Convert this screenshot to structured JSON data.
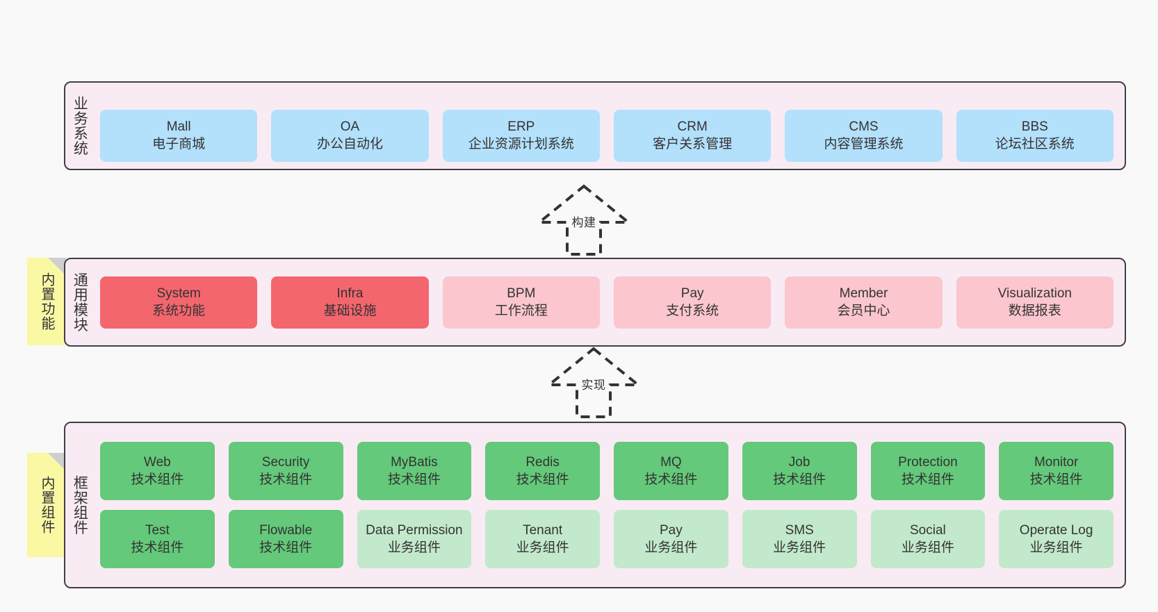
{
  "canvas": {
    "background": "#f9f9f9",
    "layer_fill": "#f9ebf4",
    "layer_border": "#3f3f46",
    "sticky_fill": "#fbf8a4",
    "sticky_fold": "#cfcfcf"
  },
  "layers": [
    {
      "id": "business",
      "title": "业务系统",
      "sticky": null,
      "rows": [
        {
          "cards": [
            {
              "en": "Mall",
              "cn": "电子商城",
              "color": "#b3e0fb",
              "style": "c-blue"
            },
            {
              "en": "OA",
              "cn": "办公自动化",
              "color": "#b3e0fb",
              "style": "c-blue"
            },
            {
              "en": "ERP",
              "cn": "企业资源计划系统",
              "color": "#b3e0fb",
              "style": "c-blue"
            },
            {
              "en": "CRM",
              "cn": "客户关系管理",
              "color": "#b3e0fb",
              "style": "c-blue"
            },
            {
              "en": "CMS",
              "cn": "内容管理系统",
              "color": "#b3e0fb",
              "style": "c-blue"
            },
            {
              "en": "BBS",
              "cn": "论坛社区系统",
              "color": "#b3e0fb",
              "style": "c-blue"
            }
          ]
        }
      ]
    },
    {
      "id": "common",
      "title": "通用模块",
      "sticky": "内置功能",
      "rows": [
        {
          "cards": [
            {
              "en": "System",
              "cn": "系统功能",
              "color": "#f4666e",
              "style": "c-red-strong"
            },
            {
              "en": "Infra",
              "cn": "基础设施",
              "color": "#f4666e",
              "style": "c-red-strong"
            },
            {
              "en": "BPM",
              "cn": "工作流程",
              "color": "#fbc6ce",
              "style": "c-red-soft"
            },
            {
              "en": "Pay",
              "cn": "支付系统",
              "color": "#fbc6ce",
              "style": "c-red-soft"
            },
            {
              "en": "Member",
              "cn": "会员中心",
              "color": "#fbc6ce",
              "style": "c-red-soft"
            },
            {
              "en": "Visualization",
              "cn": "数据报表",
              "color": "#fbc6ce",
              "style": "c-red-soft"
            }
          ]
        }
      ]
    },
    {
      "id": "framework",
      "title": "框架组件",
      "sticky": "内置组件",
      "rows": [
        {
          "cards": [
            {
              "en": "Web",
              "cn": "技术组件",
              "color": "#64c97a",
              "style": "c-green-strong"
            },
            {
              "en": "Security",
              "cn": "技术组件",
              "color": "#64c97a",
              "style": "c-green-strong"
            },
            {
              "en": "MyBatis",
              "cn": "技术组件",
              "color": "#64c97a",
              "style": "c-green-strong"
            },
            {
              "en": "Redis",
              "cn": "技术组件",
              "color": "#64c97a",
              "style": "c-green-strong"
            },
            {
              "en": "MQ",
              "cn": "技术组件",
              "color": "#64c97a",
              "style": "c-green-strong"
            },
            {
              "en": "Job",
              "cn": "技术组件",
              "color": "#64c97a",
              "style": "c-green-strong"
            },
            {
              "en": "Protection",
              "cn": "技术组件",
              "color": "#64c97a",
              "style": "c-green-strong"
            },
            {
              "en": "Monitor",
              "cn": "技术组件",
              "color": "#64c97a",
              "style": "c-green-strong"
            }
          ]
        },
        {
          "cards": [
            {
              "en": "Test",
              "cn": "技术组件",
              "color": "#64c97a",
              "style": "c-green-strong"
            },
            {
              "en": "Flowable",
              "cn": "技术组件",
              "color": "#64c97a",
              "style": "c-green-strong"
            },
            {
              "en": "Data Permission",
              "cn": "业务组件",
              "color": "#c2e9cb",
              "style": "c-green-soft"
            },
            {
              "en": "Tenant",
              "cn": "业务组件",
              "color": "#c2e9cb",
              "style": "c-green-soft"
            },
            {
              "en": "Pay",
              "cn": "业务组件",
              "color": "#c2e9cb",
              "style": "c-green-soft"
            },
            {
              "en": "SMS",
              "cn": "业务组件",
              "color": "#c2e9cb",
              "style": "c-green-soft"
            },
            {
              "en": "Social",
              "cn": "业务组件",
              "color": "#c2e9cb",
              "style": "c-green-soft"
            },
            {
              "en": "Operate Log",
              "cn": "业务组件",
              "color": "#c2e9cb",
              "style": "c-green-soft"
            }
          ]
        }
      ]
    }
  ],
  "arrows": [
    {
      "id": "build",
      "label": "构建",
      "from": "common",
      "to": "business",
      "style": "dashed-hollow-triangle-up"
    },
    {
      "id": "impl",
      "label": "实现",
      "from": "framework",
      "to": "common",
      "style": "dashed-hollow-triangle-up"
    }
  ]
}
